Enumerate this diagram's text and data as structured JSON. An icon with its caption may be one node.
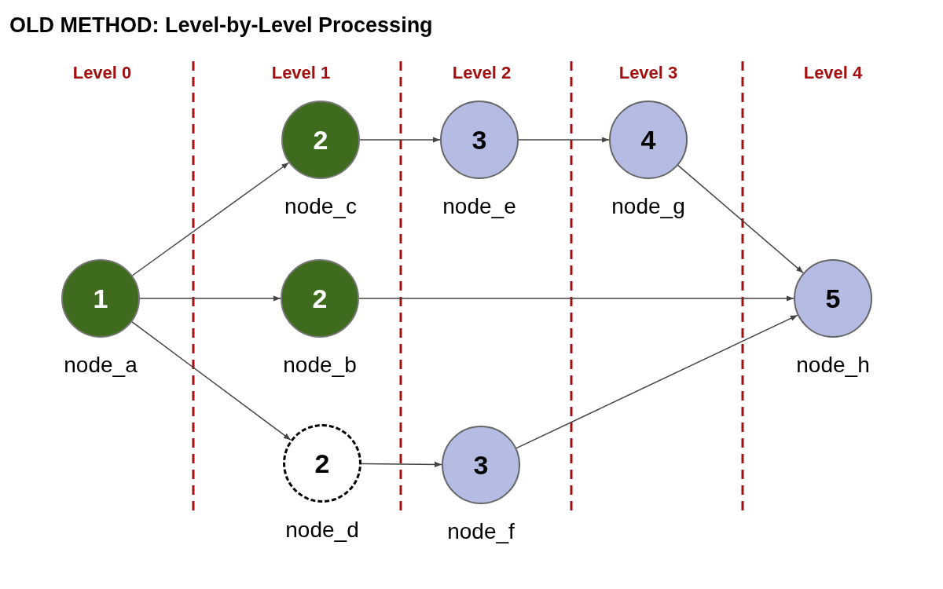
{
  "diagram": {
    "title": "OLD METHOD: Level-by-Level Processing",
    "nodes": [
      {
        "text": [
          "1"
        ],
        "beside": [
          "node_a"
        ]
      },
      {
        "text": [
          "2"
        ],
        "beside": [
          "node_c"
        ]
      },
      {
        "text": [
          "2"
        ],
        "beside": [
          "node_b"
        ]
      },
      {
        "text": [
          "2"
        ],
        "beside": [
          "node_d"
        ]
      },
      {
        "text": [
          "3"
        ],
        "beside": [
          "node_e"
        ]
      },
      {
        "text": [
          "3"
        ],
        "beside": [
          "node_f"
        ]
      },
      {
        "text": [
          "4"
        ],
        "beside": [
          "node_g"
        ]
      },
      {
        "text": [
          "5"
        ],
        "beside": [
          "node_h"
        ]
      }
    ],
    "edges": [
      {
        "from": 0,
        "to": 1,
        "arrow": "to"
      },
      {
        "from": 0,
        "to": 2,
        "arrow": "to"
      },
      {
        "from": 0,
        "to": 3,
        "arrow": "to"
      },
      {
        "from": 1,
        "to": 4,
        "arrow": "to"
      },
      {
        "from": 4,
        "to": 6,
        "arrow": "to"
      },
      {
        "from": 6,
        "to": 7,
        "arrow": "to"
      },
      {
        "from": 2,
        "to": 7,
        "arrow": "to"
      },
      {
        "from": 3,
        "to": 5,
        "arrow": "to"
      },
      {
        "from": 5,
        "to": 7,
        "arrow": "to"
      }
    ],
    "labels": [
      "Level 0",
      "Level 1",
      "Level 2",
      "Level 3",
      "Level 4"
    ]
  }
}
